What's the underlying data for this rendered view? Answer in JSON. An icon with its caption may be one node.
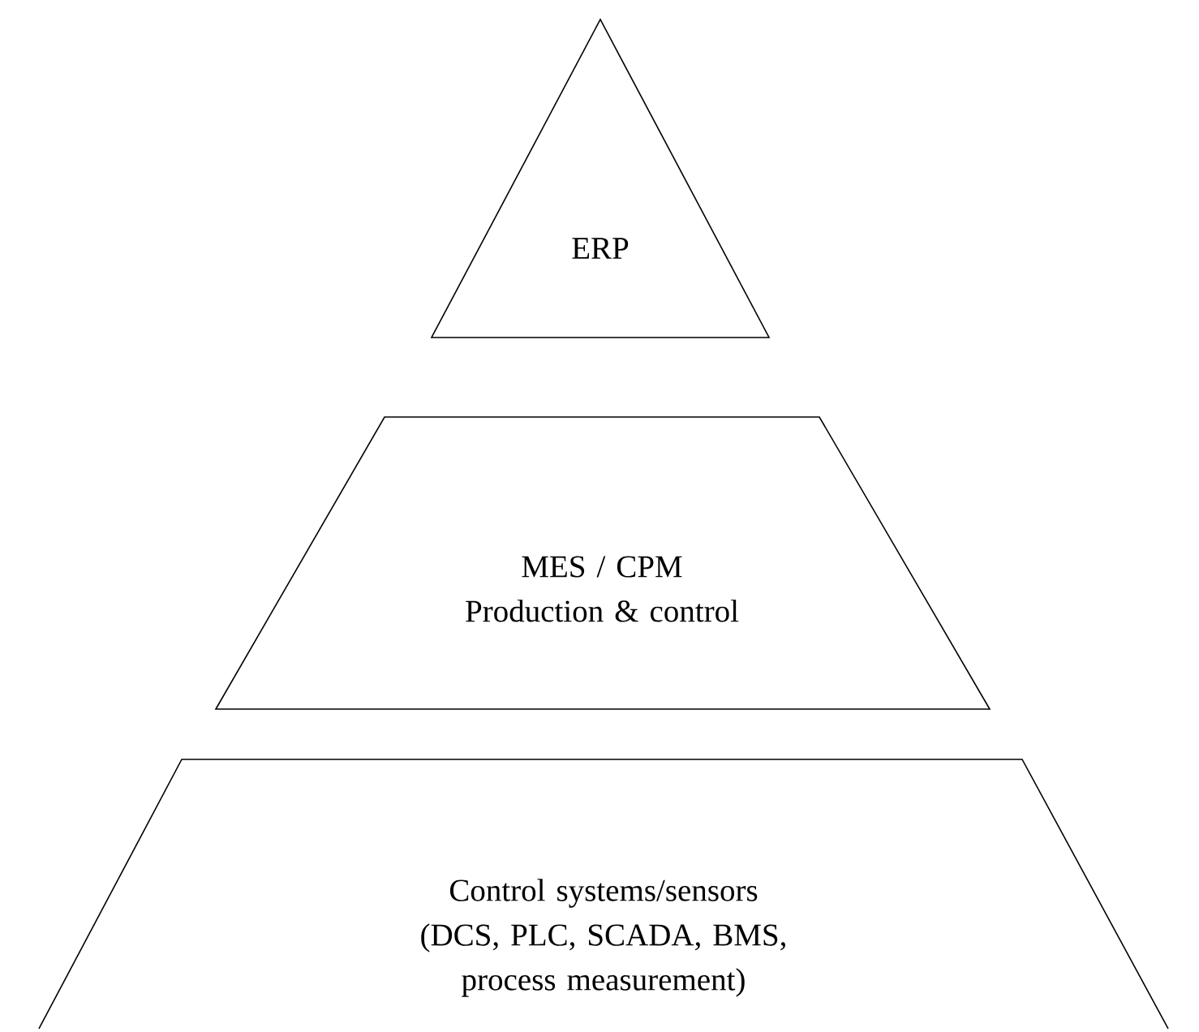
{
  "diagram": {
    "nodes": [
      {
        "text": [
          "ERP"
        ]
      },
      {
        "text": [
          "MES / CPM",
          "Production & control"
        ]
      },
      {
        "text": [
          "Control systems/sensors (DCS, PLC, SCADA, BMS, process measurement)"
        ]
      }
    ]
  }
}
